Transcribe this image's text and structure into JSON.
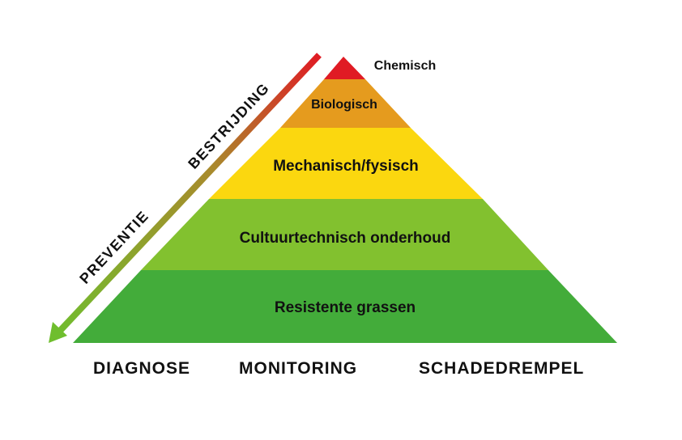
{
  "pyramid": {
    "layers": [
      {
        "label": "Chemisch",
        "color": "#e01b24"
      },
      {
        "label": "Biologisch",
        "color": "#e59b1e"
      },
      {
        "label": "Mechanisch/fysisch",
        "color": "#fbd70f"
      },
      {
        "label": "Cultuurtechnisch onderhoud",
        "color": "#82c12f"
      },
      {
        "label": "Resistente grassen",
        "color": "#43ac3a"
      }
    ]
  },
  "arrow": {
    "label_top": "BESTRIJDING",
    "label_bottom": "PREVENTIE",
    "color_start": "#e01b24",
    "color_end": "#6fbe2e"
  },
  "bottom": {
    "diagnose": "DIAGNOSE",
    "monitoring": "MONITORING",
    "schadedrempel": "SCHADEDREMPEL"
  }
}
